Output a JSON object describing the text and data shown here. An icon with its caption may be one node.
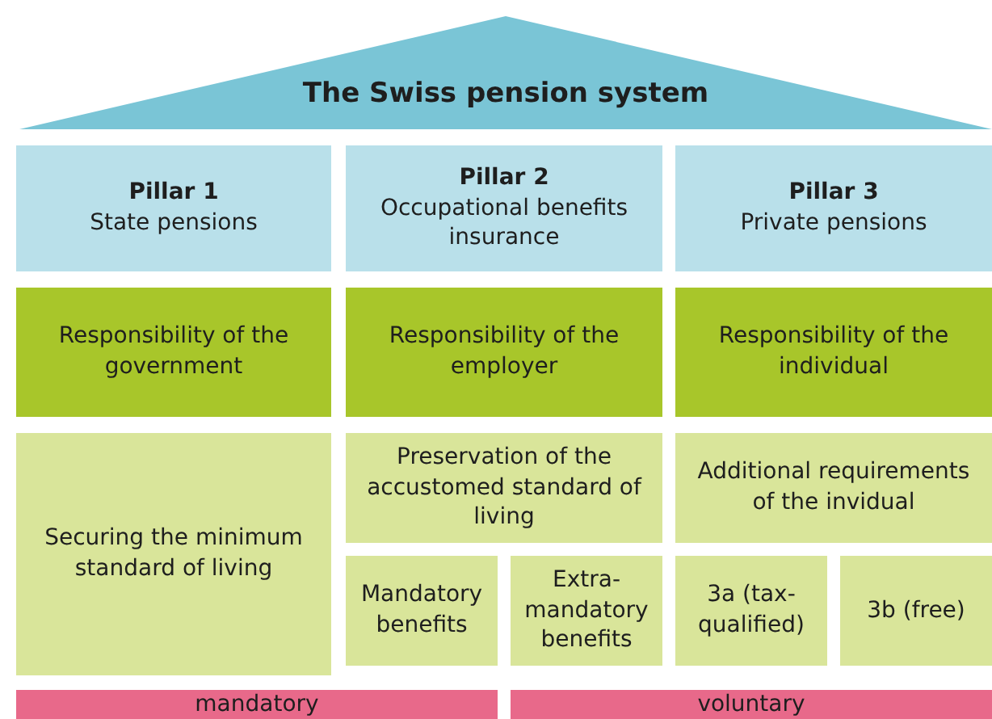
{
  "diagram": {
    "nodes": [
      {
        "text": [
          "The Swiss pension system"
        ]
      },
      {
        "text": [
          "Pillar 1",
          "State pensions"
        ]
      },
      {
        "text": [
          "Pillar 2",
          "Occupational benefits insurance"
        ]
      },
      {
        "text": [
          "Pillar 3",
          "Private pensions"
        ]
      },
      {
        "text": [
          "Responsibility of the government"
        ]
      },
      {
        "text": [
          "Responsibility of the employer"
        ]
      },
      {
        "text": [
          "Responsibility of the individual"
        ]
      },
      {
        "text": [
          "Securing the minimum standard of living"
        ]
      },
      {
        "text": [
          "Preservation of the accustomed standard of living"
        ]
      },
      {
        "text": [
          "Mandatory benefits"
        ]
      },
      {
        "text": [
          "Extra-mandatory benefits"
        ]
      },
      {
        "text": [
          "Additional requirements of the invidual"
        ]
      },
      {
        "text": [
          "3a (tax-qualified)"
        ]
      },
      {
        "text": [
          "3b (free)"
        ]
      },
      {
        "text": [
          "mandatory"
        ]
      },
      {
        "text": [
          "voluntary"
        ]
      }
    ]
  }
}
